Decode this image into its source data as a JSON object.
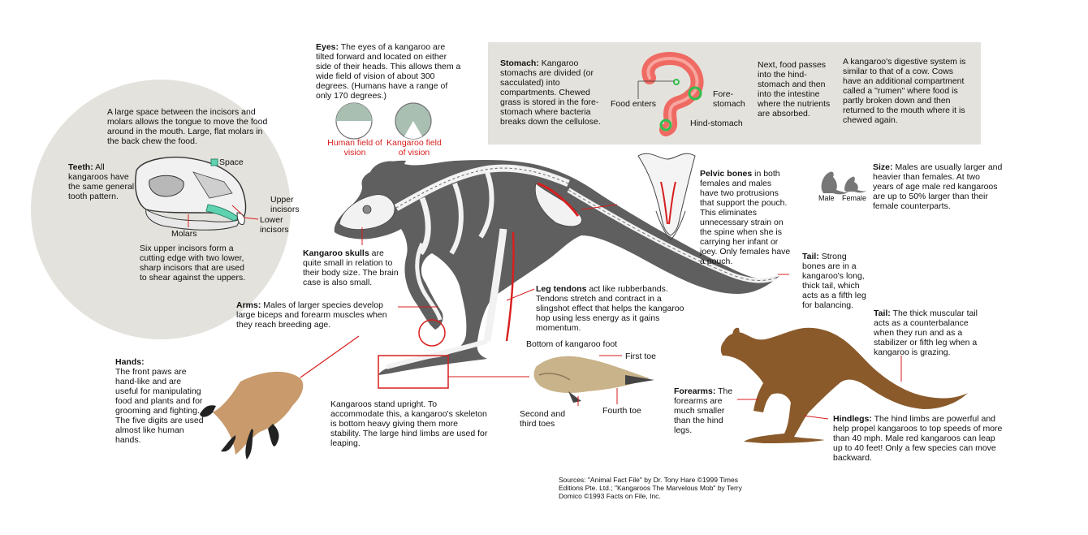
{
  "teeth": {
    "intro": "A large space between the incisors and molars allows the tongue to move the food around in the mouth. Large, flat molars in the back chew the food.",
    "title": "Teeth:",
    "body": "All kangaroos have the same general tooth pattern.",
    "space_label": "Space",
    "upper_incisors": "Upper incisors",
    "lower_incisors": "Lower incisors",
    "molars": "Molars",
    "note": "Six upper incisors form a cutting edge with two lower, sharp incisors that are used to shear against the uppers."
  },
  "eyes": {
    "title": "Eyes:",
    "body": "The eyes of a kangaroo are tilted forward and located on either side of their heads. This allows them a wide field of vision of about 300 degrees. (Humans have a range of only 170 degrees.)",
    "human_label": "Human field of vision",
    "kangaroo_label": "Kangaroo field of vision",
    "human_fov_deg": 170,
    "kangaroo_fov_deg": 300
  },
  "stomach": {
    "title": "Stomach:",
    "body": "Kangaroo stomachs are divided (or sacculated) into compartments. Chewed grass is stored in the fore-stomach where bacteria breaks down the cellulose.",
    "food_enters": "Food enters",
    "fore_stomach": "Fore-stomach",
    "hind_stomach": "Hind-stomach",
    "next": "Next, food passes into the hind-stomach and then into the intestine where the nutrients are absorbed.",
    "rumen": "A kangaroo's digestive system is similar to that of a cow. Cows have an additional compartment called a \"rumen\" where food is partly broken down and then returned to the mouth where it is chewed again."
  },
  "pelvic": {
    "title": "Pelvic bones",
    "body": "in both females and males have two protrusions that support the pouch. This eliminates unnecessary strain on the spine when she is carrying her infant or joey. Only females have a pouch."
  },
  "size": {
    "male": "Male",
    "female": "Female",
    "title": "Size:",
    "body": "Males are usually larger and heavier than females. At two years of age male red kangaroos are up to 50% larger than their female counterparts."
  },
  "skull": {
    "title": "Kangaroo skulls",
    "body": "are quite small in relation to their body size. The brain case is also small."
  },
  "tail_strong": {
    "title": "Tail:",
    "body": "Strong bones are in a kangaroo's long, thick tail, which acts as a fifth leg for balancing."
  },
  "arms": {
    "title": "Arms:",
    "body": "Males of larger species develop large biceps and forearm muscles when they reach breeding age."
  },
  "tendons": {
    "title": "Leg tendons",
    "body": "act like rubberbands. Tendons stretch and contract in a slingshot effect that helps the kangaroo hop using less energy as it gains momentum."
  },
  "tail_muscular": {
    "title": "Tail:",
    "body": "The thick muscular tail acts as a counterbalance when they run and as a stabilizer or fifth leg when a kangaroo is grazing."
  },
  "hands": {
    "title": "Hands:",
    "body": "The front paws are hand-like and are useful for manipulating food and plants and for grooming and fighting. The five digits are used almost like human hands."
  },
  "foot": {
    "title": "Bottom of kangaroo foot",
    "first_toe": "First toe",
    "second_third": "Second and third toes",
    "fourth_toe": "Fourth toe"
  },
  "upright": {
    "body": "Kangaroos stand upright. To accommodate this, a kangaroo's skeleton is bottom heavy giving them more stability. The large hind limbs are used for leaping."
  },
  "forearms": {
    "title": "Forearms:",
    "body": "The forearms are much smaller than the hind legs."
  },
  "hindlegs": {
    "title": "Hindlegs:",
    "body": "The hind limbs are powerful and help propel kangaroos to top speeds of more than 40 mph. Male red kangaroos can leap up to 40 feet! Only a few species can move backward."
  },
  "sources": {
    "text": "Sources: \"Animal Fact File\" by Dr. Tony Hare ©1999 Times Editions Pte. Ltd.; \"Kangaroos The Marvelous Mob\" by Terry Domico ©1993 Facts on File, Inc."
  },
  "colors": {
    "accent_red": "#d81e1e",
    "panel_gray": "#e4e2dc",
    "silhouette": "#5f5f5f",
    "kangaroo_brown": "#8a5a2b",
    "teal": "#5fd3b0"
  }
}
